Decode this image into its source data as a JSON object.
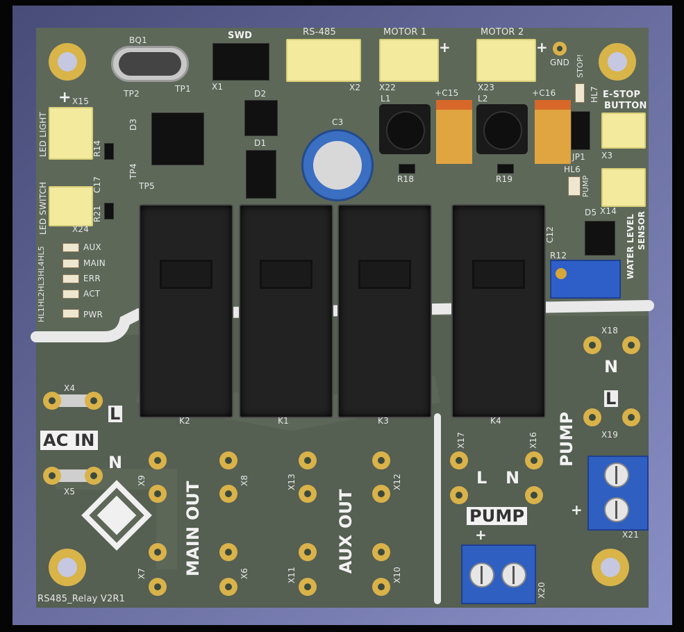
{
  "board": {
    "title": "RS485_Relay V2R1",
    "colors": {
      "background_frame": "#6e74a8",
      "pcb": "#5b6657",
      "silkscreen": "#ececec",
      "gold": "#d9b24a",
      "relay": "#222222",
      "connector": "#f3ea9e",
      "terminal_block": "#2f5fc0"
    }
  },
  "components": {
    "BQ1": "BQ1",
    "SWD": "SWD",
    "X1": "X1",
    "RS485": "RS-485",
    "X2": "X2",
    "MOTOR1": "MOTOR 1",
    "X22": "X22",
    "MOTOR2": "MOTOR 2",
    "X23": "X23",
    "GND": "GND",
    "STOP": "STOP!",
    "HL7": "HL7",
    "ESTOP1": "E-STOP",
    "ESTOP2": "BUTTON",
    "X3": "X3",
    "JP1": "JP1",
    "HL6": "HL6",
    "PUMP_SMALL": "PUMP",
    "X14": "X14",
    "D5": "D5",
    "WATER1": "WATER LEVEL",
    "WATER2": "SENSOR",
    "C12": "C12",
    "R12": "R12",
    "TP1": "TP1",
    "TP2": "TP2",
    "TP4": "TP4",
    "TP5": "TP5",
    "D3": "D3",
    "D2": "D2",
    "D1": "D1",
    "C3": "C3",
    "L1": "L1",
    "L2": "L2",
    "C15": "+C15",
    "C16": "+C16",
    "R18": "R18",
    "R19": "R19",
    "X15": "X15",
    "LED_LIGHT": "LED LIGHT",
    "R14": "R14",
    "C17": "C17",
    "LED_SWITCH": "LED SWITCH",
    "R21": "R21",
    "X24": "X24",
    "K1": "K1",
    "K2": "K2",
    "K3": "K3",
    "K4": "K4",
    "X4": "X4",
    "X5": "X5",
    "AC_IN": "AC IN",
    "L": "L",
    "N": "N",
    "MAIN_OUT": "MAIN OUT",
    "AUX_OUT": "AUX OUT",
    "X6": "X6",
    "X7": "X7",
    "X8": "X8",
    "X9": "X9",
    "X10": "X10",
    "X11": "X11",
    "X12": "X12",
    "X13": "X13",
    "X16": "X16",
    "X17": "X17",
    "X18": "X18",
    "X19": "X19",
    "X20": "X20",
    "X21": "X21",
    "PUMP": "PUMP",
    "PLUS": "+"
  },
  "indicators": [
    {
      "ref": "HL5",
      "label": "AUX"
    },
    {
      "ref": "HL4",
      "label": "MAIN"
    },
    {
      "ref": "HL3",
      "label": "ERR"
    },
    {
      "ref": "HL2",
      "label": "ACT"
    },
    {
      "ref": "HL1",
      "label": "PWR"
    }
  ]
}
